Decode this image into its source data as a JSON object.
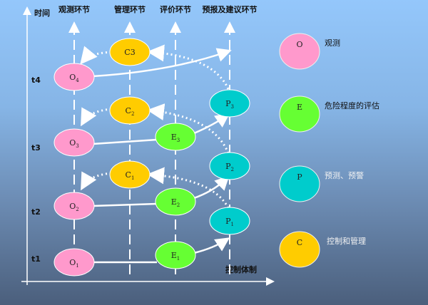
{
  "axis": {
    "time_label": "时间",
    "ticks": [
      "t4",
      "t3",
      "t2",
      "t1"
    ],
    "x_label": "控制体制"
  },
  "columns": [
    "观测环节",
    "管理环节",
    "评价环节",
    "预报及建议环节"
  ],
  "nodes": [
    {
      "id": "O4",
      "letter": "O",
      "sub": "4",
      "color": "#ff99cc"
    },
    {
      "id": "C3",
      "letter": "C3",
      "sub": "",
      "color": "#ffcc00"
    },
    {
      "id": "P3",
      "letter": "P",
      "sub": "3",
      "color": "#00cccc"
    },
    {
      "id": "C2",
      "letter": "C",
      "sub": "2",
      "color": "#ffcc00"
    },
    {
      "id": "O3",
      "letter": "O",
      "sub": "3",
      "color": "#ff99cc"
    },
    {
      "id": "E3",
      "letter": "E",
      "sub": "3",
      "color": "#66ff33"
    },
    {
      "id": "P2",
      "letter": "P",
      "sub": "2",
      "color": "#00cccc"
    },
    {
      "id": "C1",
      "letter": "C",
      "sub": "1",
      "color": "#ffcc00"
    },
    {
      "id": "O2",
      "letter": "O",
      "sub": "2",
      "color": "#ff99cc"
    },
    {
      "id": "E2",
      "letter": "E",
      "sub": "2",
      "color": "#66ff33"
    },
    {
      "id": "P1",
      "letter": "P",
      "sub": "1",
      "color": "#00cccc"
    },
    {
      "id": "O1",
      "letter": "O",
      "sub": "1",
      "color": "#ff99cc"
    },
    {
      "id": "E1",
      "letter": "E",
      "sub": "1",
      "color": "#66ff33"
    }
  ],
  "legend": [
    {
      "letter": "O",
      "text": "观测",
      "color": "#ff99cc"
    },
    {
      "letter": "E",
      "text": "危险程度的评估",
      "color": "#66ff33"
    },
    {
      "letter": "P",
      "text": "预测、预警",
      "color": "#00cccc"
    },
    {
      "letter": "C",
      "text": "控制和管理",
      "color": "#ffcc00"
    }
  ]
}
